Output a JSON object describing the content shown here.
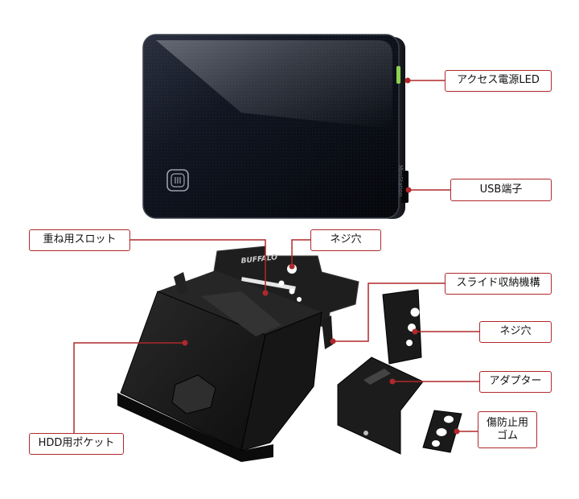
{
  "colors": {
    "accent": "#b0282c",
    "device_body": "#0d1119",
    "device_edge": "#2a2d33",
    "led": "#8fd14f",
    "bracket": "#1a1a1a"
  },
  "callouts": {
    "access_led": "アクセス電源LED",
    "usb_port": "USB端子",
    "stacking_slot": "重ね用スロット",
    "screw_hole_top": "ネジ穴",
    "slide_mechanism": "スライド収納機構",
    "screw_hole_adapter": "ネジ穴",
    "adapter": "アダプター",
    "antislip_rubber_line1": "傷防止用",
    "antislip_rubber_line2": "ゴム",
    "hdd_pocket": "HDD用ポケット"
  },
  "device": {
    "brand_mark": "BUFFALO",
    "side_print": "MiniStation"
  },
  "icons": {
    "emblem": "buffalo-emblem-icon"
  }
}
